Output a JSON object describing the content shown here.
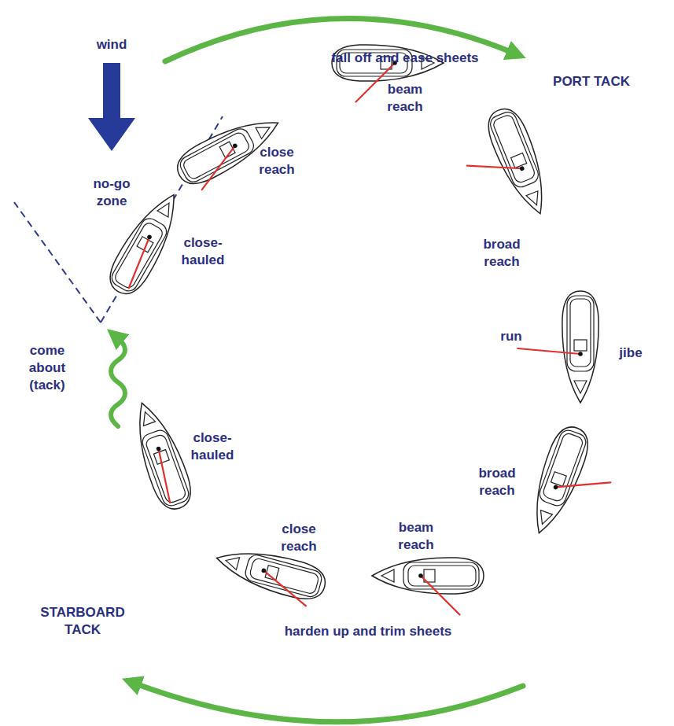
{
  "diagram": {
    "labels": [
      "fall off and ease sheets",
      "wind",
      "PORT TACK",
      "beam reach",
      "close reach",
      "no-go zone",
      "close-hauled",
      "broad reach",
      "come about (tack)",
      "close-hauled",
      "run",
      "jibe",
      "broad reach",
      "close reach",
      "beam reach",
      "STARBOARD TACK",
      "harden up and trim sheets"
    ]
  }
}
